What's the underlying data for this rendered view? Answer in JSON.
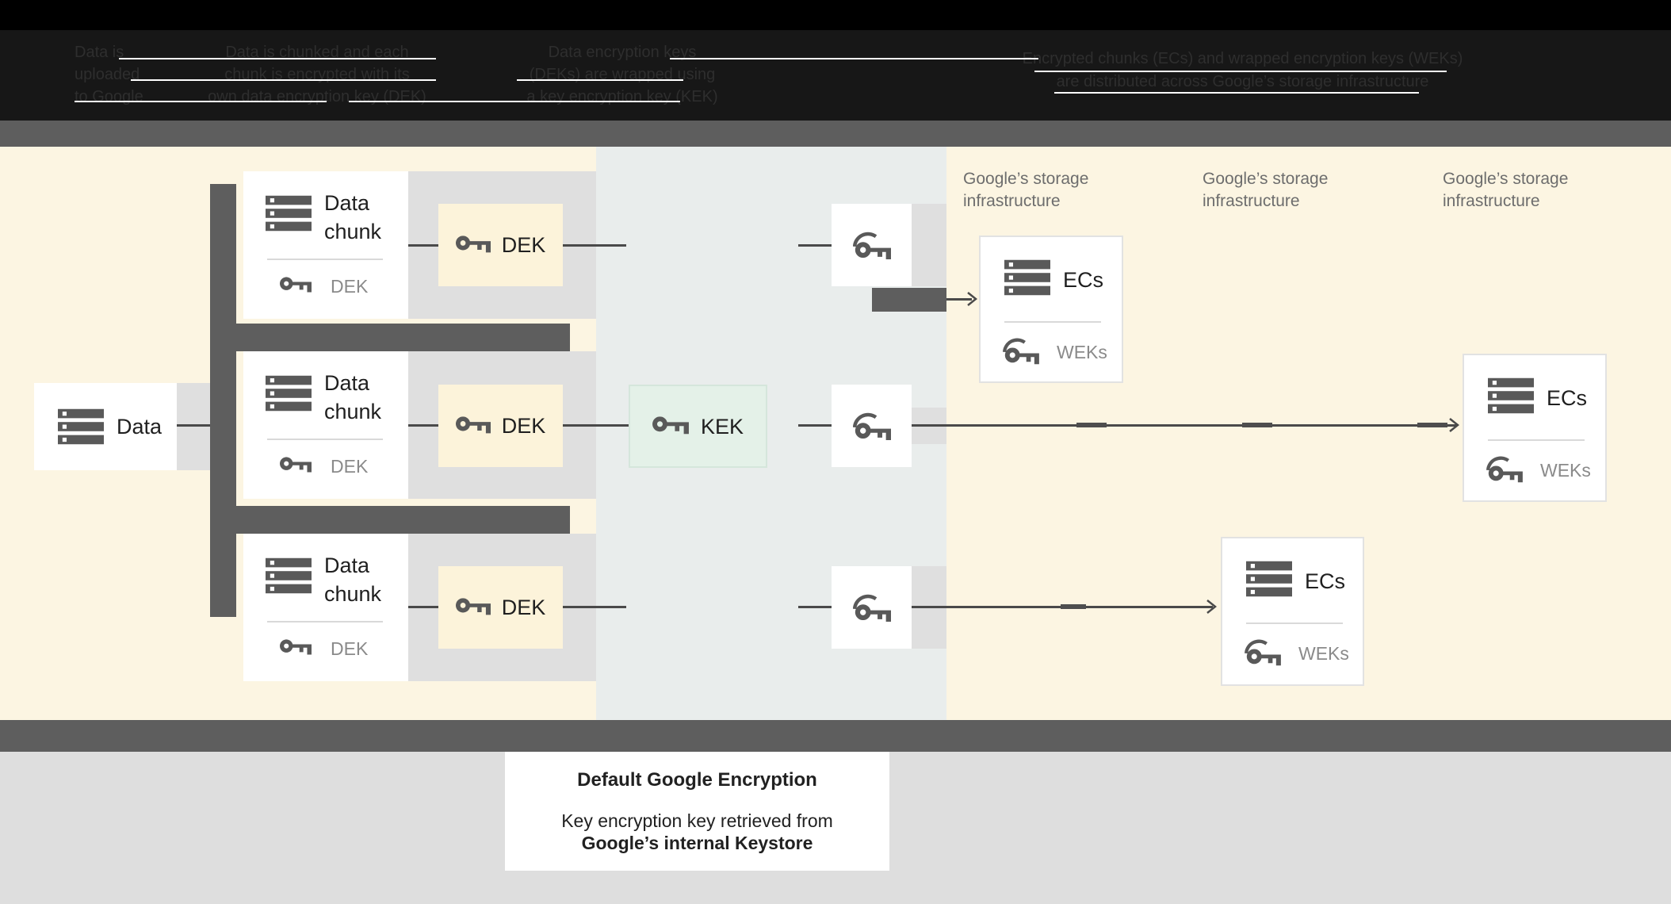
{
  "header": {
    "steps": [
      {
        "lines": [
          "Data is",
          "uploaded",
          "to Google"
        ]
      },
      {
        "lines": [
          "Data is chunked and each",
          "chunk is encrypted with its",
          "own data encryption key (DEK)"
        ]
      },
      {
        "lines": [
          "Data encryption keys",
          "(DEKs) are wrapped using",
          "a key encryption key (KEK)"
        ]
      },
      {
        "lines": [
          "Encrypted chunks (ECs) and wrapped encryption keys (WEKs)",
          "are distributed across Google’s storage infrastructure"
        ]
      }
    ]
  },
  "diagram": {
    "data_box": {
      "label": "Data"
    },
    "chunk": {
      "line1": "Data",
      "line2": "chunk",
      "key_label": "DEK"
    },
    "dek": {
      "label": "DEK"
    },
    "kek": {
      "label": "KEK"
    },
    "ecs": {
      "title": "ECs",
      "key_label": "WEKs"
    },
    "storage": {
      "line1": "Google’s storage",
      "line2": "infrastructure"
    }
  },
  "caption": {
    "title": "Default Google Encryption",
    "line1": "Key encryption key retrieved from",
    "line2": "Google’s internal Keystore"
  },
  "icons": {
    "server_icon": "three stacked gray bars with white squares",
    "key_icon": "key pointing right, two teeth down",
    "wrapped_key_icon": "key with protective arc over bow",
    "arrow_icon": "thin right chevron"
  },
  "colors": {
    "cream_bg": "#fcf5e2",
    "middle_band": "#e9edec",
    "row_band_gray": "#dfdfdf",
    "bar_gray": "#5e5e5e",
    "header_black": "#171717",
    "kek_mint": "#e4f1e8",
    "dek_yellow": "#fcf3da",
    "footer_gray": "#dedede",
    "icon_gray": "#595959",
    "connector": "#4a4a4a"
  }
}
